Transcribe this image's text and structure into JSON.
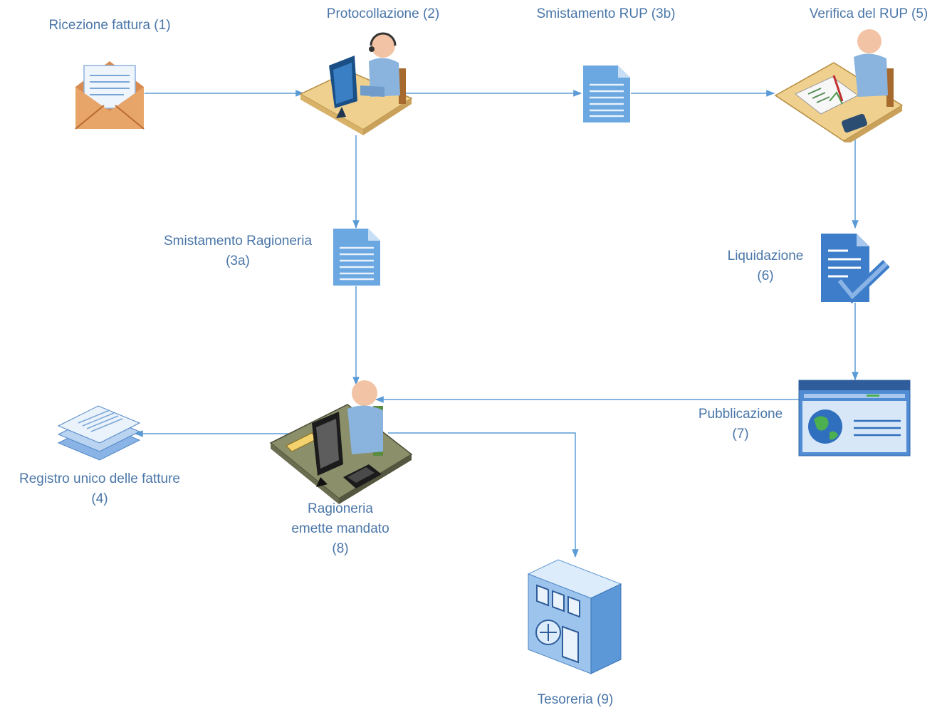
{
  "diagram": {
    "accent_color": "#5b9bd5",
    "label_color": "#4a76a8",
    "nodes": [
      {
        "id": "ricezione",
        "icon": "envelope-icon",
        "lines": [
          "Ricezione fattura (1)"
        ]
      },
      {
        "id": "protocollazione",
        "icon": "operator-desk-icon",
        "lines": [
          "Protocollazione (2)"
        ]
      },
      {
        "id": "smistamento-rup",
        "icon": "document-icon",
        "lines": [
          "Smistamento RUP (3b)"
        ]
      },
      {
        "id": "verifica-rup",
        "icon": "reviewer-desk-icon",
        "lines": [
          "Verifica del RUP (5)"
        ]
      },
      {
        "id": "smistamento-ragioneria",
        "icon": "document-icon",
        "lines": [
          "Smistamento Ragioneria",
          "(3a)"
        ]
      },
      {
        "id": "liquidazione",
        "icon": "approved-document-icon",
        "lines": [
          "Liquidazione",
          "(6)"
        ]
      },
      {
        "id": "pubblicazione",
        "icon": "web-page-icon",
        "lines": [
          "Pubblicazione",
          "(7)"
        ]
      },
      {
        "id": "registro",
        "icon": "document-stack-icon",
        "lines": [
          "Registro unico delle fatture",
          "(4)"
        ]
      },
      {
        "id": "ragioneria",
        "icon": "accountant-desk-icon",
        "lines": [
          "Ragioneria",
          "emette mandato",
          "(8)"
        ]
      },
      {
        "id": "tesoreria",
        "icon": "bank-building-icon",
        "lines": [
          "Tesoreria (9)"
        ]
      }
    ]
  }
}
